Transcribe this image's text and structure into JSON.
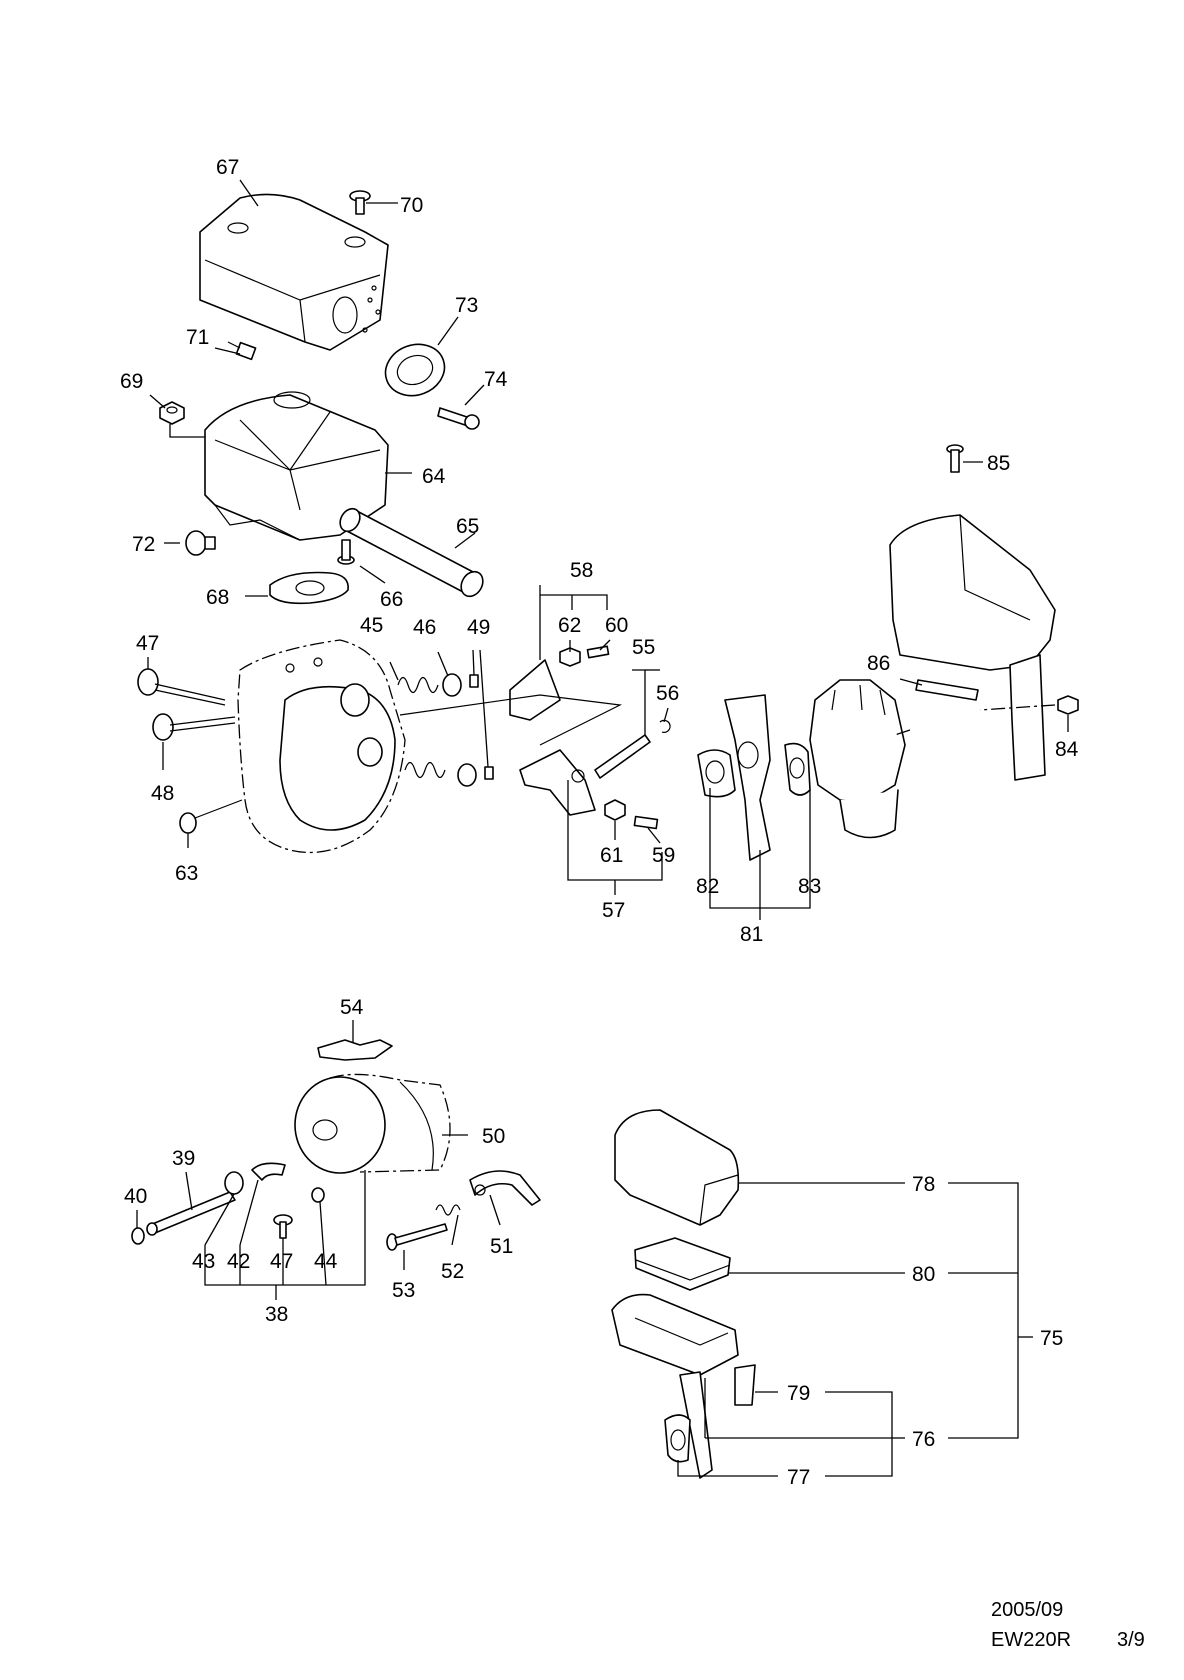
{
  "labels": {
    "p67": "67",
    "p70": "70",
    "p73": "73",
    "p71": "71",
    "p74": "74",
    "p69": "69",
    "p64": "64",
    "p65": "65",
    "p72": "72",
    "p66": "66",
    "p68": "68",
    "p58": "58",
    "p62": "62",
    "p60": "60",
    "p45": "45",
    "p46": "46",
    "p49": "49",
    "p47a": "47",
    "p55": "55",
    "p56": "56",
    "p48": "48",
    "p63": "63",
    "p61": "61",
    "p59": "59",
    "p57": "57",
    "p85": "85",
    "p86": "86",
    "p84": "84",
    "p82": "82",
    "p83": "83",
    "p81": "81",
    "p54": "54",
    "p50": "50",
    "p39": "39",
    "p40": "40",
    "p43": "43",
    "p42": "42",
    "p47b": "47",
    "p44": "44",
    "p38": "38",
    "p51": "51",
    "p52": "52",
    "p53": "53",
    "p78": "78",
    "p80": "80",
    "p75": "75",
    "p79": "79",
    "p76": "76",
    "p77": "77"
  },
  "footer": {
    "date": "2005/09",
    "model": "EW220R",
    "page": "3/9"
  }
}
